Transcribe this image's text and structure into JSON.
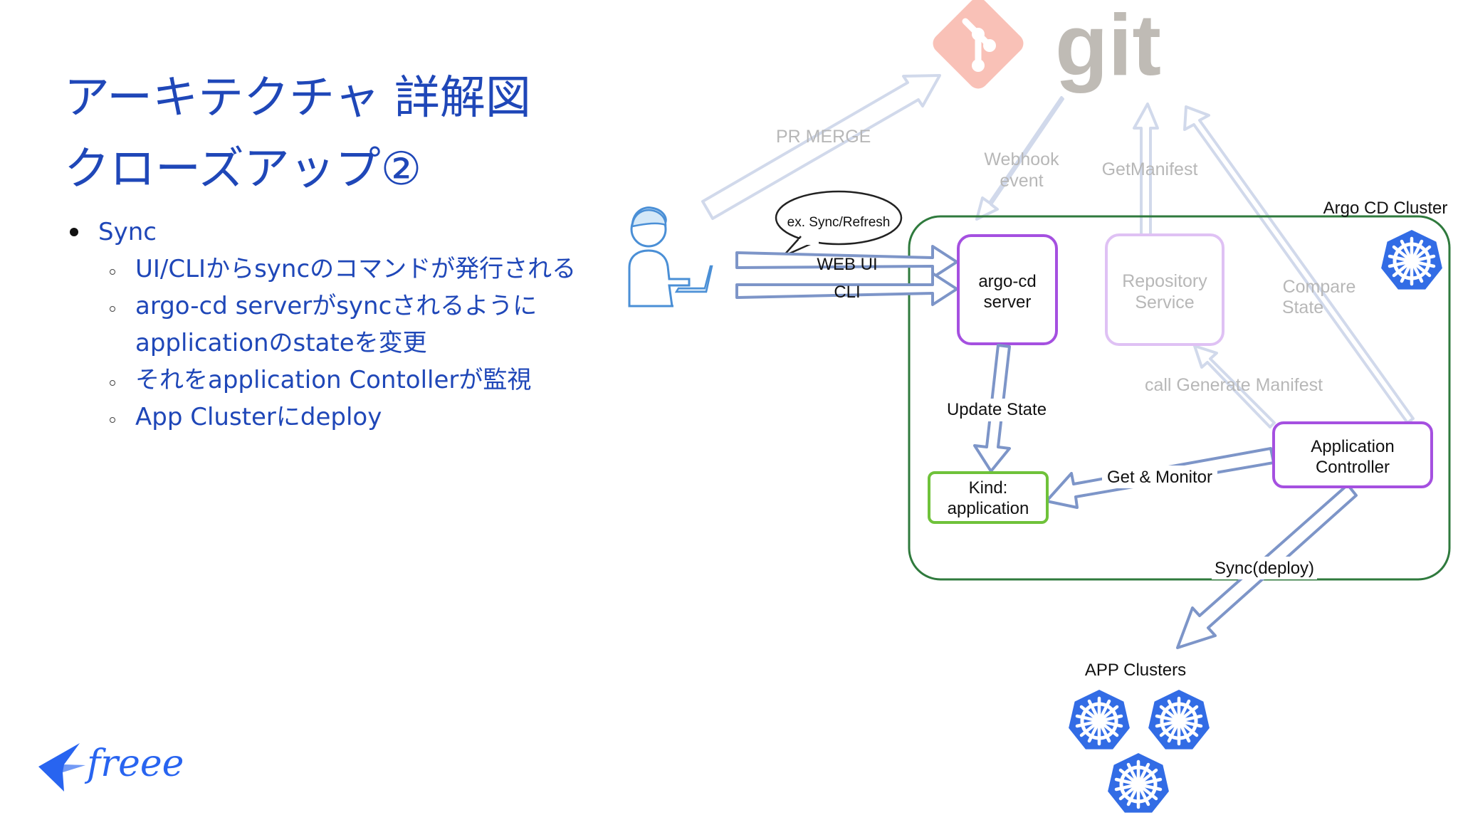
{
  "slide": {
    "title_line1": "アーキテクチャ 詳解図",
    "title_line2": "クローズアップ②"
  },
  "bullets": {
    "main": "Sync",
    "sub": [
      "UI/CLIからsyncのコマンドが発行される",
      "argo-cd serverがsyncされるように",
      "applicationのstateを変更",
      "それをapplication Contollerが監視",
      "App Clusterにdeploy"
    ]
  },
  "diagram": {
    "git_label": "git",
    "pr_merge": "PR MERGE",
    "webhook_line1": "Webhook",
    "webhook_line2": "event",
    "get_manifest": "GetManifest",
    "speech_bubble": "ex. Sync/Refresh",
    "web_ui": "WEB UI",
    "cli": "CLI",
    "argo_cd_cluster": "Argo CD Cluster",
    "argo_cd_server_line1": "argo-cd",
    "argo_cd_server_line2": "server",
    "repo_service_line1": "Repository",
    "repo_service_line2": "Service",
    "compare_state_line1": "Compare",
    "compare_state_line2": "State",
    "call_generate_manifest": "call Generate Manifest",
    "update_state": "Update State",
    "kind_line1": "Kind:",
    "kind_line2": "application",
    "get_monitor": "Get & Monitor",
    "app_controller_line1": "Application",
    "app_controller_line2": "Controller",
    "sync_deploy": "Sync(deploy)",
    "app_clusters": "APP Clusters"
  },
  "logo": {
    "text": "freee",
    "color": "#2864f0"
  },
  "colors": {
    "title_blue": "#1f47b8",
    "cluster_border": "#2f7a3d",
    "box_purple": "#a550e0",
    "box_green": "#6fc23a",
    "arrow_blue": "#7d95c8",
    "k8s_blue": "#326ce5",
    "git_orange": "#f05033"
  },
  "icons": [
    "k8s-wheel-icon",
    "git-logo-icon",
    "user-at-laptop-icon",
    "freee-bird-icon"
  ]
}
